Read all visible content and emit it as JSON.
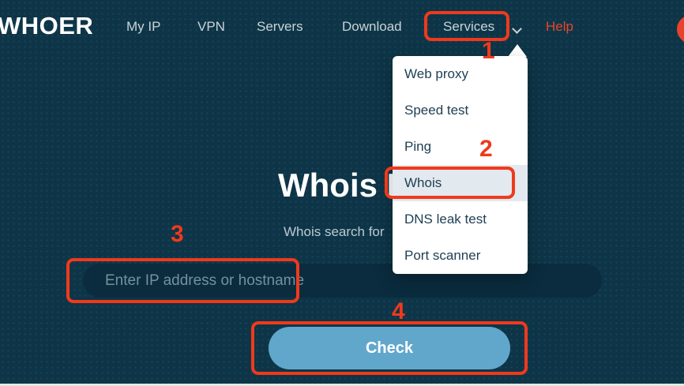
{
  "header": {
    "logo": "WHOER",
    "nav": {
      "my_ip": "My IP",
      "vpn": "VPN",
      "servers": "Servers",
      "download": "Download",
      "services": "Services",
      "help": "Help"
    }
  },
  "services_menu": {
    "items": [
      "Web proxy",
      "Speed test",
      "Ping",
      "Whois",
      "DNS leak test",
      "Port scanner"
    ],
    "highlighted_item": "Whois"
  },
  "hero": {
    "title_visible": "Whois I",
    "subtitle_visible": "Whois search for",
    "input": {
      "placeholder": "Enter IP address or hostname",
      "value": ""
    },
    "check_button": "Check"
  },
  "annotations": {
    "steps": [
      "1",
      "2",
      "3",
      "4"
    ],
    "color": "#f0391c"
  },
  "colors": {
    "background": "#0d3547",
    "accent_red": "#f0391c",
    "button_blue": "#61a7cc",
    "help_link": "#e8452c",
    "dropdown_highlight": "#e2e9ef"
  }
}
